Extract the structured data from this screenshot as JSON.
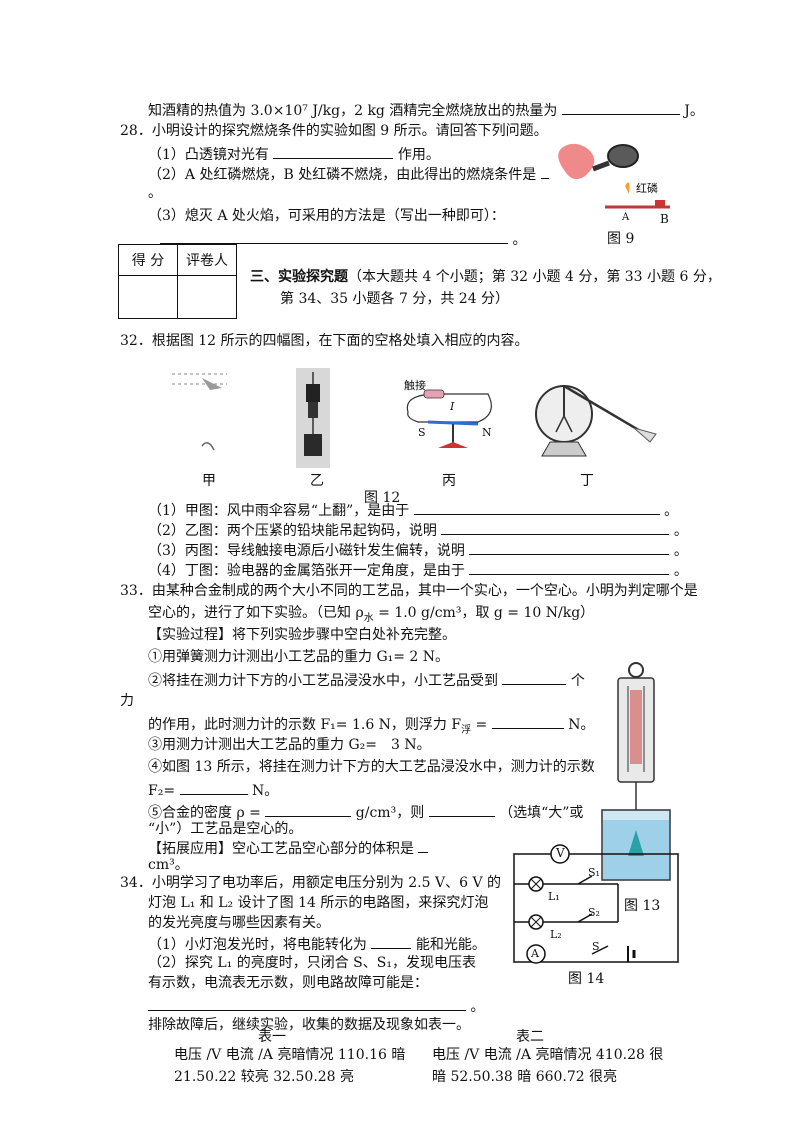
{
  "lines": {
    "l1": "知酒精的热值为 3.0×10⁷ J/kg，2 kg 酒精完全燃烧放出的热量为",
    "l1_tail": "J。",
    "q28": "28．小明设计的探究燃烧条件的实验如图 9 所示。请回答下列问题。",
    "q28_1a": "（1）凸透镜对光有",
    "q28_1b": "作用。",
    "q28_2": "（2）A 处红磷燃烧，B 处红磷不燃烧，由此得出的燃烧条件是",
    "q28_2b": "。",
    "q28_3": "（3）熄灭 A 处火焰，可采用的方法是（写出一种即可）：",
    "q28_3b": "。",
    "sec3_title": "三、实验探究题",
    "sec3_rest": "（本大题共 4 个小题；第 32 小题 4 分，第 33 小题 6 分，",
    "sec3_line2": "第 34、35 小题各 7 分，共 24 分）",
    "q32": "32．根据图 12 所示的四幅图，在下面的空格处填入相应的内容。",
    "q32_1": "（1）甲图：风中雨伞容易“上翻”，是由于",
    "q32_1b": "。",
    "q32_2": "（2）乙图：两个压紧的铅块能吊起钩码，说明",
    "q32_2b": "。",
    "q32_3": "（3）丙图：导线触接电源后小磁针发生偏转，说明",
    "q32_3b": "。",
    "q32_4": "（4）丁图：验电器的金属箔张开一定角度，是由于",
    "q32_4b": "。",
    "q33_1": "33．由某种合金制成的两个大小不同的工艺品，其中一个实心，一个空心。小明为判定哪个是",
    "q33_2": "空心的，进行了如下实验。（已知 ρ",
    "q33_2sub": "水",
    "q33_2b": " = 1.0 g/cm³，取 g = 10 N/kg）",
    "q33_3": "【实验过程】将下列实验步骤中空白处补充完整。",
    "q33_4": "①用弹簧测力计测出小工艺品的重力 G₁= 2 N。",
    "q33_5": "②将挂在测力计下方的小工艺品浸没水中，小工艺品受到",
    "q33_5b": "个",
    "q33_6": "力",
    "q33_7": "的作用，此时测力计的示数 F₁= 1.6 N，则浮力 F",
    "q33_7sub": "浮",
    "q33_7b": " =",
    "q33_7c": "N。",
    "q33_8": "③用测力计测出大工艺品的重力 G₂=　3 N。",
    "q33_9": "④如图 13 所示，将挂在测力计下方的大工艺品浸没水中，测力计的示数",
    "q33_10": "F₂=",
    "q33_10b": "N。",
    "q33_11": "⑤合金的密度 ρ =",
    "q33_11b": "g/cm³，则",
    "q33_11c": "（选填“大”或",
    "q33_12": "“小”）工艺品是空心的。",
    "q33_13": "【拓展应用】空心工艺品空心部分的体积是",
    "q33_14": "cm³。",
    "q34_1": "34．小明学习了电功率后，用额定电压分别为 2.5 V、6 V 的",
    "q34_2": "灯泡 L₁ 和 L₂ 设计了图 14 所示的电路图，来探究灯泡",
    "q34_3": "的发光亮度与哪些因素有关。",
    "q34_4": "（1）小灯泡发光时，将电能转化为",
    "q34_4b": "能和光能。",
    "q34_5": "（2）探究 L₁ 的亮度时，只闭合 S、S₁，发现电压表",
    "q34_6": "有示数，电流表无示数，则电路故障可能是：",
    "q34_7b": "。",
    "q34_8": "排除故障后，继续实验，收集的数据及现象如表一。",
    "t1_title": "表一",
    "t2_title": "表二",
    "t1_l1": "电压 /V 电流 /A 亮暗情况 110.16 暗",
    "t1_l2": "21.50.22 较亮 32.50.28 亮",
    "t2_l1": "电压 /V 电流 /A 亮暗情况 410.28 很",
    "t2_l2": "暗 52.50.38 暗 660.72 很亮"
  },
  "score_table": {
    "c1": "得 分",
    "c2": "评卷人"
  },
  "figures": {
    "fig9": "图 9",
    "fig9_label_red": "红磷",
    "fig9_a": "A",
    "fig9_b": "B",
    "fig12": "图 12",
    "jia": "甲",
    "yi": "乙",
    "bing": "丙",
    "ding": "丁",
    "touch": "触接",
    "current": "I",
    "s": "S",
    "n": "N",
    "fig13": "图 13",
    "fig14": "图 14",
    "v": "V",
    "a": "A",
    "s1": "S₁",
    "s2": "S₂",
    "sw": "S",
    "l1": "L₁",
    "l2": "L₂"
  }
}
